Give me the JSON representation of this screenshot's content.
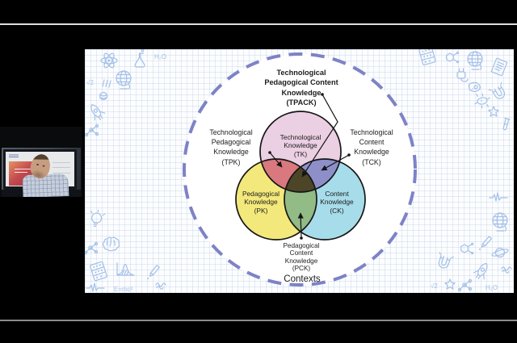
{
  "video": {
    "background": "#000000",
    "top_divider_color": "#dedede",
    "bottom_divider_color": "#8c8c8c"
  },
  "webcam": {
    "wall_color": "#4a535c",
    "screen_hero_color": "#c44a4e",
    "shirt_color": "#c7cedb"
  },
  "slide": {
    "background": "#fcfdfe",
    "doodles": {
      "color": "#a3c0e8",
      "text": {
        "h2o": "H₂O",
        "sqrt2": "√2",
        "emc2": "E=mc²"
      },
      "top_left_icons": [
        "atom",
        "flask",
        "h2o-text",
        "sqrt2-text",
        "motion-lines",
        "globe",
        "ball",
        "rocket",
        "molecule"
      ],
      "bottom_left_icons": [
        "lightbulb",
        "molecule",
        "brain",
        "abacus",
        "bell-curve-chart",
        "pencil",
        "heartbeat",
        "emc2-text",
        "scribble"
      ],
      "top_right_icons": [
        "document",
        "molecule-hex",
        "globe",
        "document",
        "plug",
        "amoeba",
        "germ",
        "magnet",
        "star",
        "test-tube"
      ],
      "bottom_right_icons": [
        "heartbeat",
        "globe",
        "pencil",
        "molecule-hex",
        "saturn",
        "magnet",
        "rocket",
        "scribble",
        "sqrt2-text",
        "star",
        "molecule",
        "h2o-text"
      ]
    },
    "diagram": {
      "outer_circle_color": "#7e82c6",
      "contexts_label": "Contexts",
      "circles": {
        "tk": {
          "label_lines": [
            "Technological",
            "Knowledge",
            "(TK)"
          ],
          "fill": "#ebcfe2"
        },
        "pk": {
          "label_lines": [
            "Pedagogical",
            "Knowledge",
            "(PK)"
          ],
          "fill": "#f3e87b"
        },
        "ck": {
          "label_lines": [
            "Content",
            "Knowledge",
            "(CK)"
          ],
          "fill": "#a7dcea"
        }
      },
      "overlaps": {
        "tpk": {
          "label_lines": [
            "Technological",
            "Pedagogical",
            "Knowledge",
            "(TPK)"
          ],
          "fill": "#d9787e"
        },
        "tck": {
          "label_lines": [
            "Technological",
            "Content",
            "Knowledge",
            "(TCK)"
          ],
          "fill": "#8e8fc9"
        },
        "pck": {
          "label_lines": [
            "Pedagogical",
            "Content",
            "Knowledge",
            "(PCK)"
          ],
          "fill": "#92bb85"
        },
        "tpack": {
          "label_lines": [
            "Technological",
            "Pedagogical Content",
            "Knowledge",
            "(TPACK)"
          ],
          "fill": "#4c4527"
        }
      }
    }
  }
}
